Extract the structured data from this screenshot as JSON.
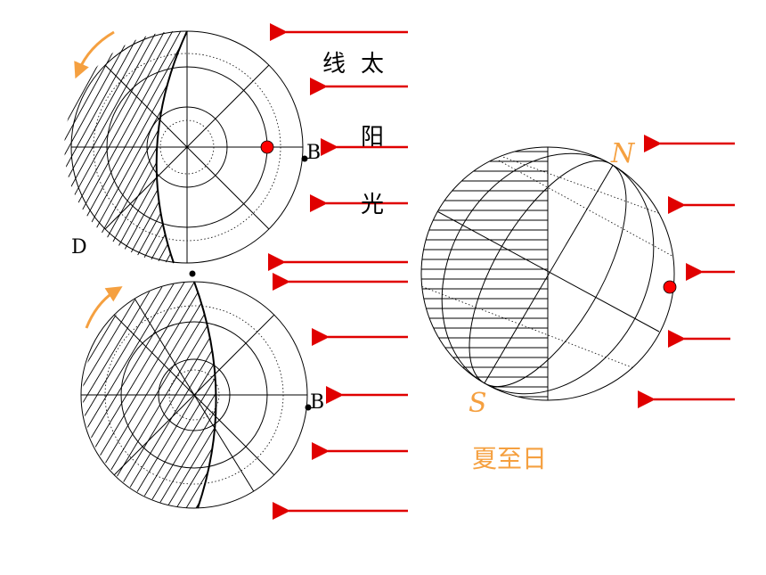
{
  "sunlight_label": {
    "chars": [
      "线",
      "太",
      "阳",
      "光"
    ]
  },
  "point_labels": {
    "b_top": "B",
    "b_bottom": "B",
    "d": "D",
    "n": "N",
    "s": "S"
  },
  "caption": "夏至日",
  "colors": {
    "arrow": "#e00000",
    "accent": "#f5a040",
    "marker": "#ff0000",
    "ink": "#000000"
  },
  "icons": {
    "rotation_arrow": "curved-arrow-icon",
    "sunlight_arrow": "left-arrow-icon"
  }
}
